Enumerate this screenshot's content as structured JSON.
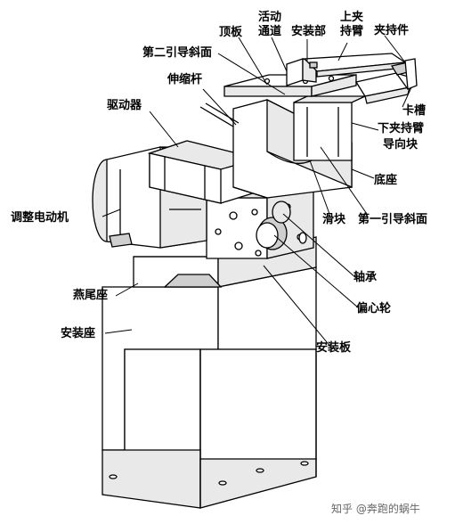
{
  "labels": {
    "top_plate": "顶板",
    "movable_channel_1": "活动",
    "movable_channel_2": "通道",
    "mount_part": "安装部",
    "upper_clamp_1": "上夹",
    "upper_clamp_2": "持臂",
    "clamp_part": "夹持件",
    "second_guide_slope": "第二引导斜面",
    "telescopic_rod": "伸缩杆",
    "clip_slot": "卡槽",
    "driver": "驱动器",
    "lower_clamp": "下夹持臂",
    "guide_block": "导向块",
    "base": "底座",
    "adjust_motor": "调整电动机",
    "slider": "滑块",
    "first_guide_slope": "第一引导斜面",
    "bearing": "轴承",
    "dovetail_seat": "燕尾座",
    "eccentric_wheel": "偏心轮",
    "mount_seat": "安装座",
    "mount_plate": "安装板"
  },
  "watermark": "知乎 @奔跑的蜗牛"
}
